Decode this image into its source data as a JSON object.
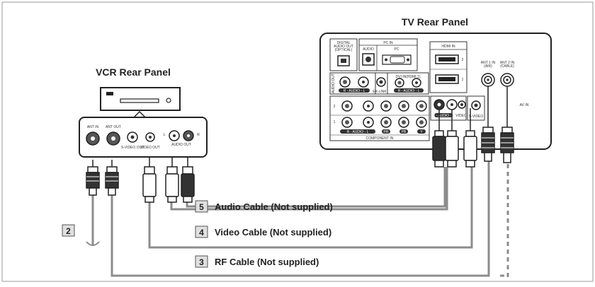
{
  "tv_panel": {
    "title": "TV Rear Panel",
    "labels": {
      "digital_audio_out": [
        "DIGITAL",
        "AUDIO OUT",
        "(OPTICAL)"
      ],
      "pc_in": "PC IN",
      "audio": "AUDIO",
      "pc": "PC",
      "hdmi_in": "HDMI IN",
      "hdmi_1": "1",
      "hdmi_2": "2",
      "audio_out": "AUDIO OUT",
      "dvi_in": "DVI IN(HDMI 1)",
      "r_audio_l": "R - AUDIO - L",
      "ex_link": "EX-LINK",
      "component_in": "COMPONENT IN",
      "av_in": "AV IN",
      "ant1": [
        "ANT 1 IN",
        "(AIR)"
      ],
      "ant2": [
        "ANT 2 IN",
        "(CABLE)"
      ],
      "row_2": "2",
      "row_1": "1",
      "pr": "PR",
      "pb": "PB",
      "y": "Y",
      "video": "VIDEO",
      "s_video": "S-VIDEO"
    }
  },
  "vcr_panel": {
    "title": "VCR Rear Panel",
    "labels": {
      "ant_in": "ANT IN",
      "ant_out": "ANT OUT",
      "s_video_out": "S-VIDEO OUT",
      "video_out": "VIDEO OUT",
      "audio_out": "AUDIO OUT",
      "l": "L",
      "r": "R"
    }
  },
  "cables": [
    {
      "number": "5",
      "label": "Audio Cable (Not supplied)"
    },
    {
      "number": "4",
      "label": "Video Cable (Not supplied)"
    },
    {
      "number": "3",
      "label": "RF Cable (Not supplied)"
    }
  ],
  "wall_cable": {
    "number": "2"
  }
}
